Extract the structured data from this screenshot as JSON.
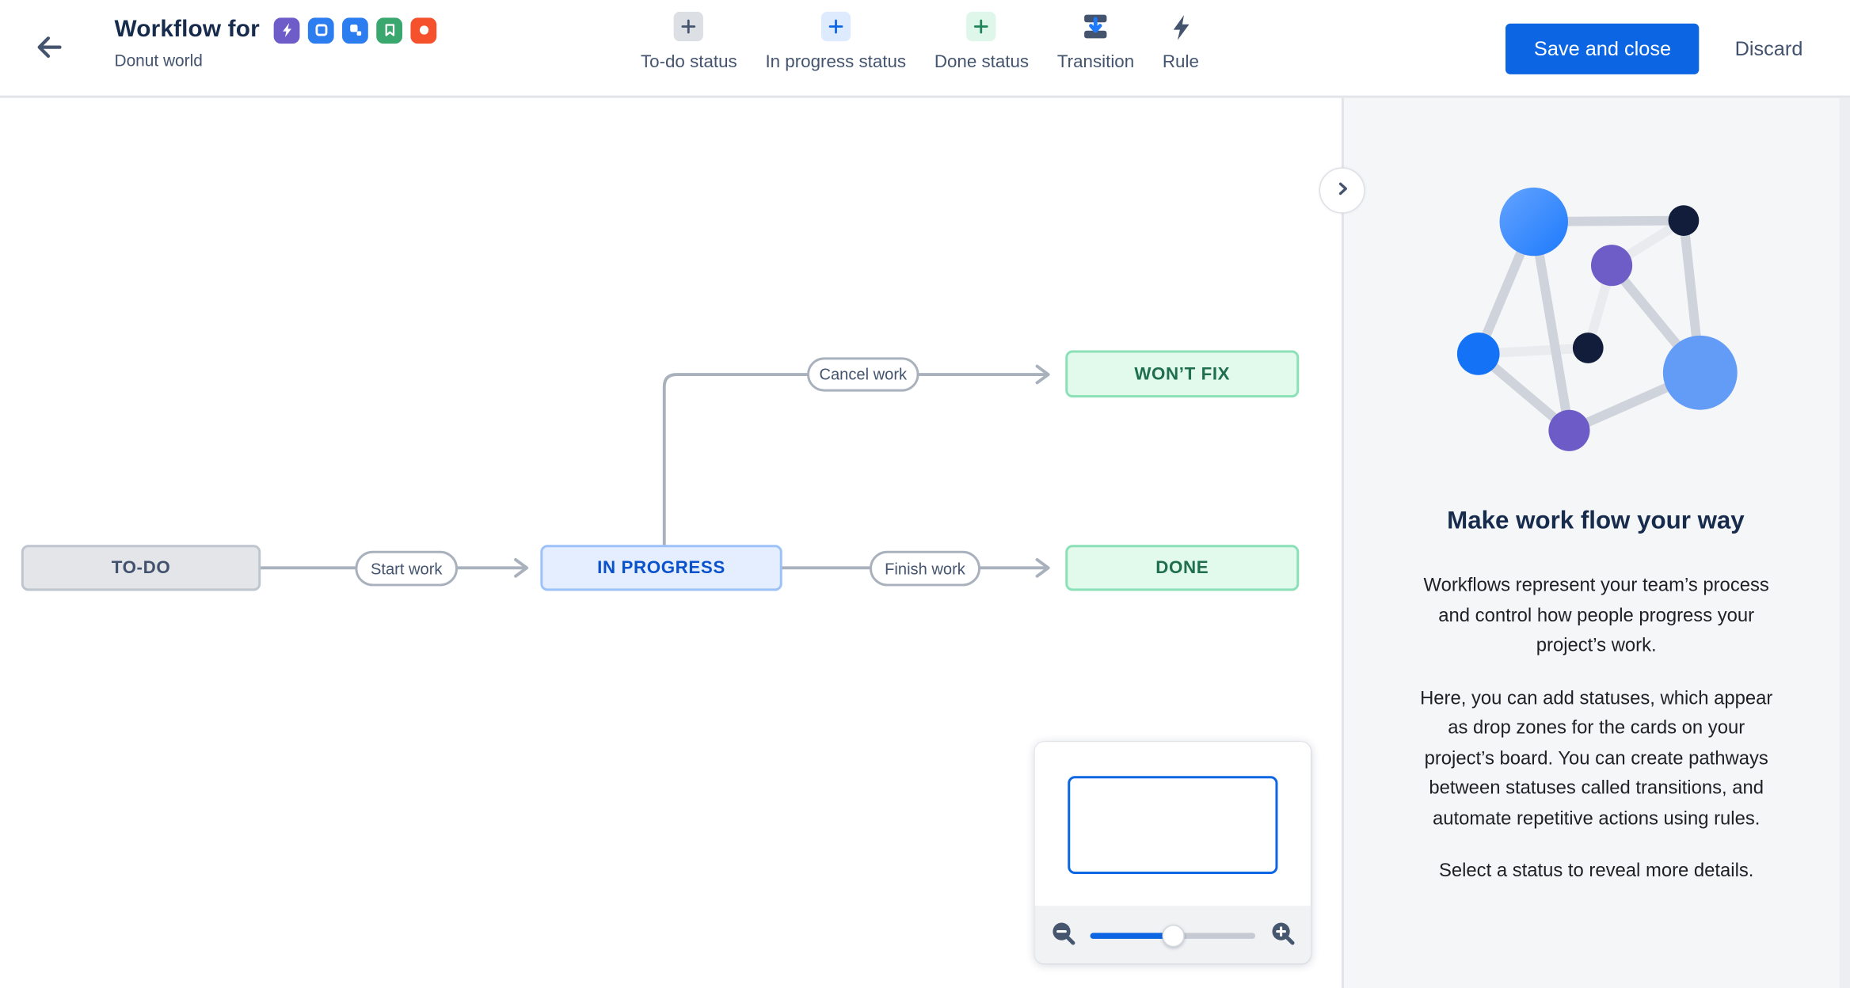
{
  "header": {
    "title": "Workflow for",
    "subtitle": "Donut world",
    "issue_type_icons": [
      {
        "name": "bolt-icon",
        "color": "#6E5CC8"
      },
      {
        "name": "square-icon",
        "color": "#2C7DF0"
      },
      {
        "name": "subtask-icon",
        "color": "#2C7DF0"
      },
      {
        "name": "bookmark-icon",
        "color": "#3AA76F"
      },
      {
        "name": "circle-icon",
        "color": "#F4512C"
      }
    ],
    "toolbar": [
      {
        "label": "To-do status",
        "icon": "plus-icon",
        "icon_bg": "#DCDFE4",
        "icon_color": "#44546F"
      },
      {
        "label": "In progress status",
        "icon": "plus-icon",
        "icon_bg": "#DEEBFF",
        "icon_color": "#0C66E4"
      },
      {
        "label": "Done status",
        "icon": "plus-icon",
        "icon_bg": "#DFF7EA",
        "icon_color": "#1F845A"
      },
      {
        "label": "Transition",
        "icon": "transition-icon",
        "icon_bg": "transparent",
        "icon_color": "#44546F"
      },
      {
        "label": "Rule",
        "icon": "lightning-icon",
        "icon_bg": "transparent",
        "icon_color": "#44546F"
      }
    ],
    "save_label": "Save and close",
    "discard_label": "Discard"
  },
  "canvas": {
    "statuses": [
      {
        "label": "TO-DO",
        "kind": "todo"
      },
      {
        "label": "IN PROGRESS",
        "kind": "in-progress"
      },
      {
        "label": "WON’T FIX",
        "kind": "done"
      },
      {
        "label": "DONE",
        "kind": "done"
      }
    ],
    "transitions": [
      {
        "label": "Start work"
      },
      {
        "label": "Cancel work"
      },
      {
        "label": "Finish work"
      }
    ]
  },
  "minimap": {
    "zoom_out_icon": "magnifier-minus-icon",
    "zoom_in_icon": "magnifier-plus-icon",
    "zoom_percent": 50
  },
  "panel": {
    "heading": "Make work flow your way",
    "paragraphs": [
      "Workflows represent your team’s process and control how people progress your project’s work.",
      "Here, you can add statuses, which appear as drop zones for the cards on your project’s board. You can create pathways between statuses called transitions, and automate repetitive actions using rules.",
      "Select a status to reveal more details."
    ]
  },
  "colors": {
    "accent_blue": "#0C66E4",
    "slate": "#44546F",
    "title_navy": "#172B4D",
    "todo_bg": "#E3E5E9",
    "inprogress_bg": "#E4EEFF",
    "inprogress_text": "#0952CC",
    "done_bg": "#E1FAEC",
    "done_text": "#1F6E4E",
    "edge_gray": "#A9B1BD"
  }
}
